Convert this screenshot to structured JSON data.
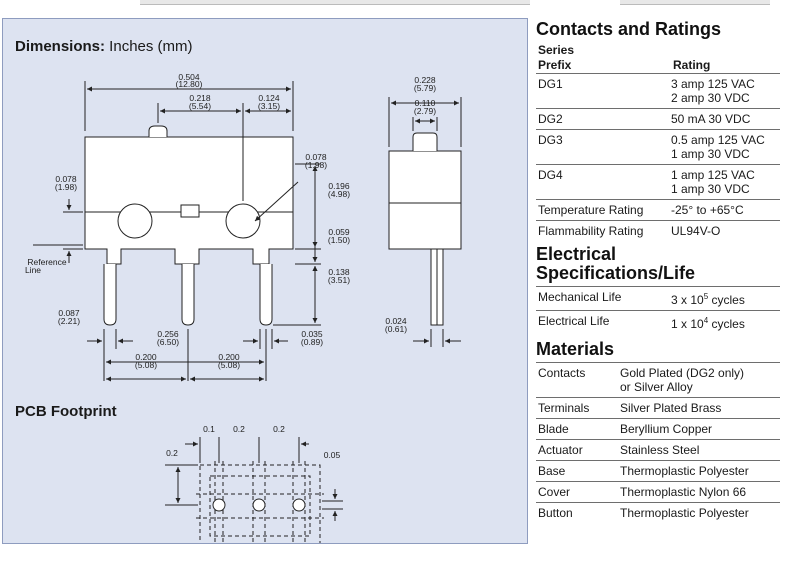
{
  "dimensions": {
    "title_bold": "Dimensions:",
    "title_rest": " Inches (mm)",
    "labels": {
      "w_total": "0.504",
      "w_total_mm": "(12.80)",
      "w_218": "0.218",
      "w_218_mm": "(5.54)",
      "w_124": "0.124",
      "w_124_mm": "(3.15)",
      "l_078": "0.078",
      "l_078_mm": "(1.98)",
      "r_078": "0.078",
      "r_078_mm": "(1.98)",
      "r_196": "0.196",
      "r_196_mm": "(4.98)",
      "r_059": "0.059",
      "r_059_mm": "(1.50)",
      "r_138": "0.138",
      "r_138_mm": "(3.51)",
      "ref1": "Reference",
      "ref2": "Line",
      "b_087": "0.087",
      "b_087_mm": "(2.21)",
      "b_256": "0.256",
      "b_256_mm": "(6.50)",
      "b_035": "0.035",
      "b_035_mm": "(0.89)",
      "b_200a": "0.200",
      "b_200a_mm": "(5.08)",
      "b_200b": "0.200",
      "b_200b_mm": "(5.08)",
      "s_228": "0.228",
      "s_228_mm": "(5.79)",
      "s_110": "0.110",
      "s_110_mm": "(2.79)",
      "s_024": "0.024",
      "s_024_mm": "(0.61)"
    }
  },
  "pcb": {
    "title": "PCB Footprint",
    "labels": {
      "p1": "0.1",
      "p2a": "0.2",
      "p2b": "0.2",
      "pv": "0.2",
      "p05": "0.05"
    }
  },
  "contacts": {
    "title": "Contacts and Ratings",
    "col1_line1": "Series",
    "col1_line2": "Prefix",
    "col2": "Rating",
    "rows": [
      {
        "k": "DG1",
        "v1": "3 amp 125 VAC",
        "v2": "2 amp 30 VDC"
      },
      {
        "k": "DG2",
        "v1": "50 mA 30 VDC",
        "v2": ""
      },
      {
        "k": "DG3",
        "v1": "0.5 amp 125 VAC",
        "v2": "1 amp 30 VDC"
      },
      {
        "k": "DG4",
        "v1": "1 amp 125 VAC",
        "v2": "1 amp 30 VDC"
      },
      {
        "k": "Temperature Rating",
        "v1": "-25° to +65°C",
        "v2": ""
      },
      {
        "k": "Flammability Rating",
        "v1": "UL94V-O",
        "v2": ""
      }
    ]
  },
  "electrical": {
    "title1": "Electrical",
    "title2": "Specifications/Life",
    "rows": [
      {
        "k": "Mechanical Life",
        "v": "3 x 10",
        "sup": "5",
        "tail": " cycles"
      },
      {
        "k": "Electrical Life",
        "v": "1 x 10",
        "sup": "4",
        "tail": " cycles"
      }
    ]
  },
  "materials": {
    "title": "Materials",
    "rows": [
      {
        "k": "Contacts",
        "v1": "Gold Plated (DG2 only)",
        "v2": "or Silver Alloy"
      },
      {
        "k": "Terminals",
        "v1": "Silver Plated Brass",
        "v2": ""
      },
      {
        "k": "Blade",
        "v1": "Beryllium Copper",
        "v2": ""
      },
      {
        "k": "Actuator",
        "v1": "Stainless Steel",
        "v2": ""
      },
      {
        "k": "Base",
        "v1": "Thermoplastic Polyester",
        "v2": ""
      },
      {
        "k": "Cover",
        "v1": "Thermoplastic Nylon 66",
        "v2": ""
      },
      {
        "k": "Button",
        "v1": "Thermoplastic Polyester",
        "v2": ""
      }
    ]
  }
}
